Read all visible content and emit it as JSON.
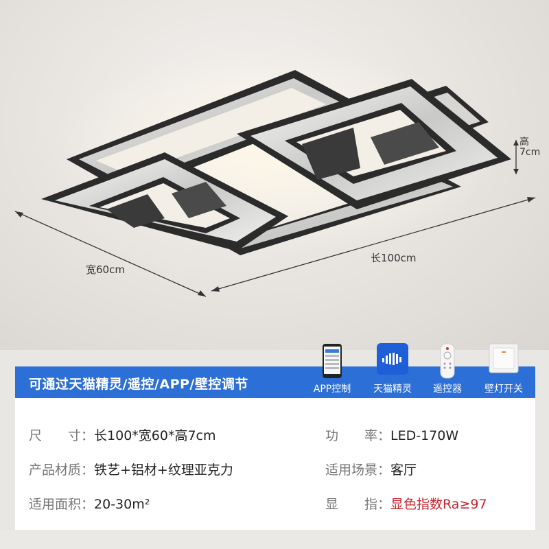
{
  "dimensions": {
    "height": "高7cm",
    "length": "长100cm",
    "width": "宽60cm"
  },
  "banner": {
    "title": "可通过天猫精灵/遥控/APP/壁控调节",
    "background": "#2c6fd6"
  },
  "controls": [
    {
      "label": "APP控制",
      "icon": "phone-icon"
    },
    {
      "label": "天猫精灵",
      "icon": "smart-speaker-icon"
    },
    {
      "label": "遥控器",
      "icon": "remote-icon"
    },
    {
      "label": "壁灯开关",
      "icon": "wall-switch-icon"
    }
  ],
  "specs": {
    "size": {
      "label": "尺　　寸：",
      "value": "长100*宽60*高7cm"
    },
    "power": {
      "label": "功　　率：",
      "value": "LED-170W"
    },
    "material": {
      "label": "产品材质：",
      "value": "铁艺+铝材+纹理亚克力"
    },
    "scene": {
      "label": "适用场景：",
      "value": "客厅"
    },
    "area": {
      "label": "适用面积：",
      "value": "20-30m²"
    },
    "cri": {
      "label": "显　　指：",
      "value": "显色指数Ra≥97"
    }
  },
  "colors": {
    "accent_red": "#c8232c",
    "frame_dark": "#2b2b2b"
  }
}
